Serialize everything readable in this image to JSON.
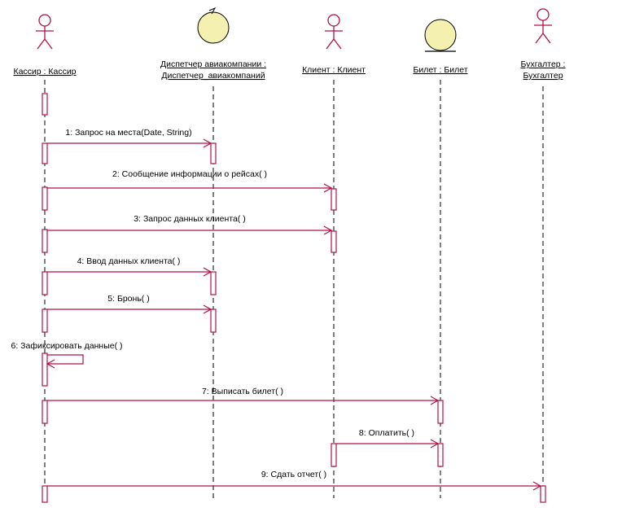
{
  "colors": {
    "line": "#b0104a",
    "entity_fill": "#f3f0b0",
    "text": "#000000",
    "lifeline": "#000000"
  },
  "participants": [
    {
      "id": "cashier",
      "kind": "actor",
      "label_lines": [
        "Кассир : Кассир"
      ]
    },
    {
      "id": "dispatcher",
      "kind": "control",
      "label_lines": [
        "Диспетчер авиакомпании :",
        "Диспетчер_авиакомпаний"
      ]
    },
    {
      "id": "client",
      "kind": "actor",
      "label_lines": [
        "Клиент : Клиент"
      ]
    },
    {
      "id": "ticket",
      "kind": "entity",
      "label_lines": [
        "Билет : Билет"
      ]
    },
    {
      "id": "accountant",
      "kind": "actor",
      "label_lines": [
        "Бухгалтер :",
        "Бухгалтер"
      ]
    }
  ],
  "messages": [
    {
      "from": "cashier",
      "to": "dispatcher",
      "label": "1: Запрос на места(Date, String)"
    },
    {
      "from": "cashier",
      "to": "client",
      "label": "2: Сообщение информации о рейсах( )"
    },
    {
      "from": "cashier",
      "to": "client",
      "label": "3: Запрос данных клиента( )"
    },
    {
      "from": "cashier",
      "to": "dispatcher",
      "label": "4: Ввод данных клиента( )"
    },
    {
      "from": "cashier",
      "to": "dispatcher",
      "label": "5: Бронь( )"
    },
    {
      "from": "cashier",
      "to": "cashier",
      "label": "6: Зафиксировать данные( )"
    },
    {
      "from": "cashier",
      "to": "ticket",
      "label": "7: Выписать билет( )"
    },
    {
      "from": "client",
      "to": "ticket",
      "label": "8: Оплатить( )"
    },
    {
      "from": "cashier",
      "to": "accountant",
      "label": "9: Сдать отчет( )"
    }
  ]
}
